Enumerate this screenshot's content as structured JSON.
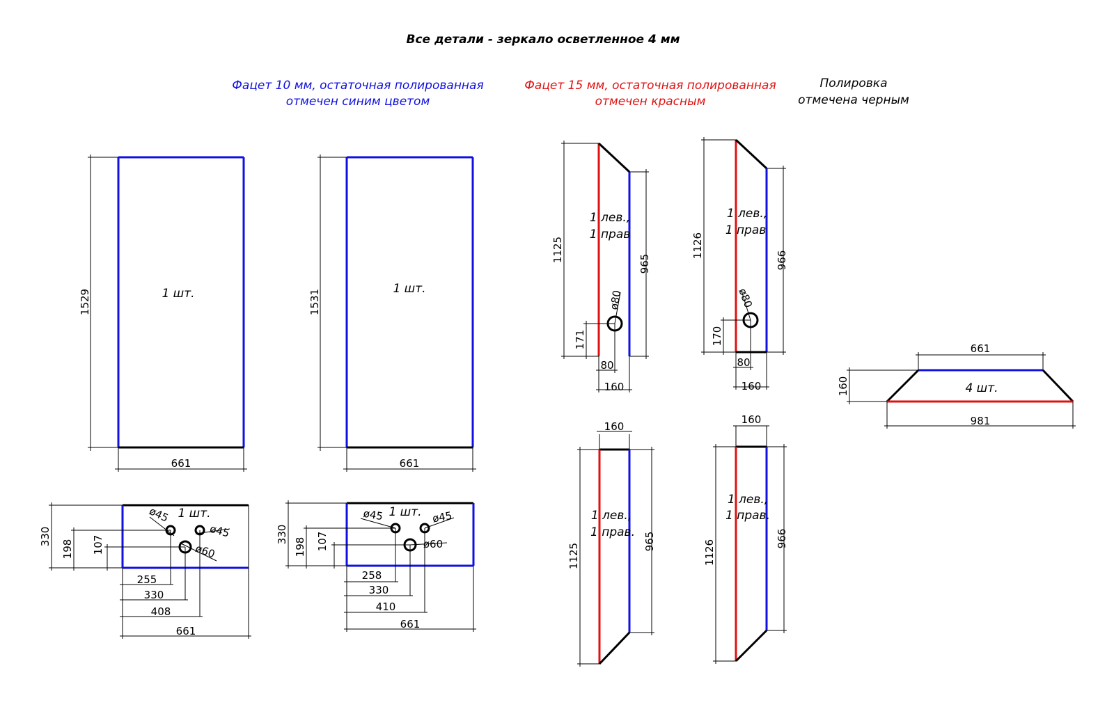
{
  "title": "Все детали - зеркало осветленное 4 мм",
  "legend": {
    "blue_line1": "Фацет 10 мм, остаточная полированная",
    "blue_line2": "отмечен синим цветом",
    "red_line1": "Фацет 15 мм, остаточная полированная",
    "red_line2": "отмечен красным",
    "black_line1": "Полировка",
    "black_line2": "отмечена черным"
  },
  "colors": {
    "blue": "#1010e0",
    "red": "#e01010",
    "black": "#000000"
  },
  "panel1": {
    "qty": "1 шт.",
    "height": "1529",
    "width": "661"
  },
  "panel2": {
    "qty": "1 шт.",
    "height": "1531",
    "width": "661"
  },
  "shelf1": {
    "qty": "1 шт.",
    "h": "330",
    "d1": "198",
    "d2": "107",
    "hole_a": "ø45",
    "hole_b": "ø45",
    "hole_c": "ø60",
    "x1": "255",
    "x2": "330",
    "x3": "408",
    "w": "661"
  },
  "shelf2": {
    "qty": "1 шт.",
    "h": "330",
    "d1": "198",
    "d2": "107",
    "hole_a": "ø45",
    "hole_b": "ø45",
    "hole_c": "ø60",
    "x1": "258",
    "x2": "330",
    "x3": "410",
    "w": "661"
  },
  "side1": {
    "qty1": "1 лев.,",
    "qty2": "1 прав",
    "h_long": "1125",
    "h_short": "965",
    "hole": "ø80",
    "hole_h": "171",
    "hole_x": "80",
    "w": "160"
  },
  "side2": {
    "qty1": "1 лев.,",
    "qty2": "1 прав",
    "h_long": "1126",
    "h_short": "966",
    "hole": "ø80",
    "hole_h": "170",
    "hole_x": "80",
    "w": "160"
  },
  "side3": {
    "qty1": "1 лев.,",
    "qty2": "1 прав.",
    "h_long": "1125",
    "h_short": "965",
    "w": "160"
  },
  "side4": {
    "qty1": "1 лев.,",
    "qty2": "1 прав.",
    "h_long": "1126",
    "h_short": "966",
    "w": "160"
  },
  "trap": {
    "qty": "4 шт.",
    "top": "661",
    "bottom": "981",
    "h": "160"
  }
}
